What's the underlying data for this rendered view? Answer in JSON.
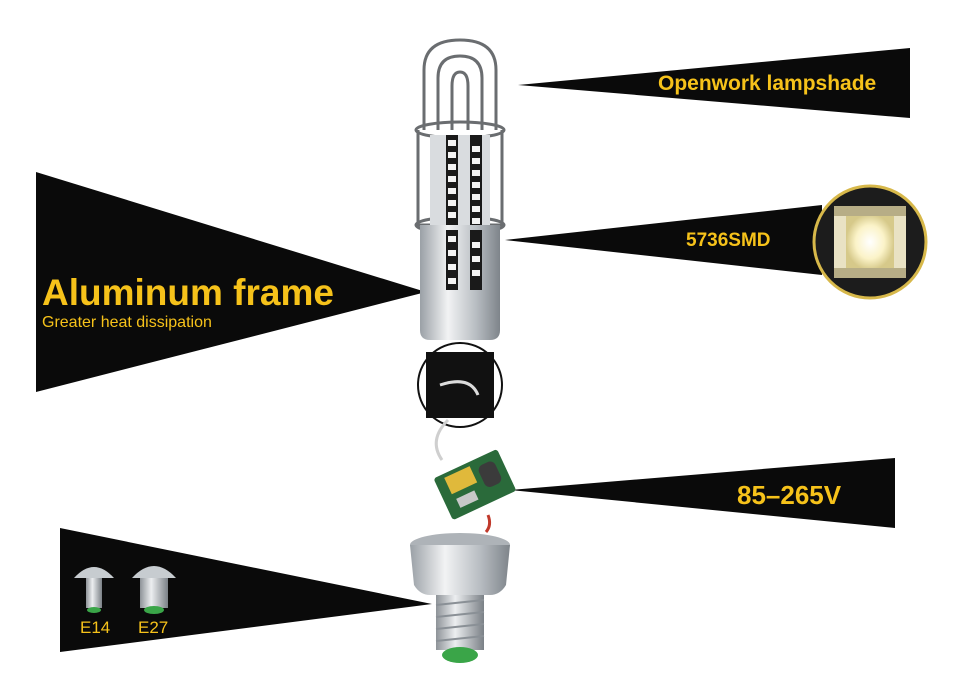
{
  "callouts": {
    "openwork": "Openwork lampshade",
    "smd": "5736SMD",
    "voltage": "85–265V",
    "aluminum_title": "Aluminum frame",
    "aluminum_sub": "Greater heat dissipation",
    "base_e14": "E14",
    "base_e27": "E27"
  },
  "colors": {
    "callout_bg": "#0a0a0a",
    "accent_text": "#f6c21a",
    "led_chip": "#1a1a1a",
    "aluminum": "#c9ccd0",
    "pcb_green": "#2a6a3a",
    "base_insulator": "#3aa548"
  }
}
